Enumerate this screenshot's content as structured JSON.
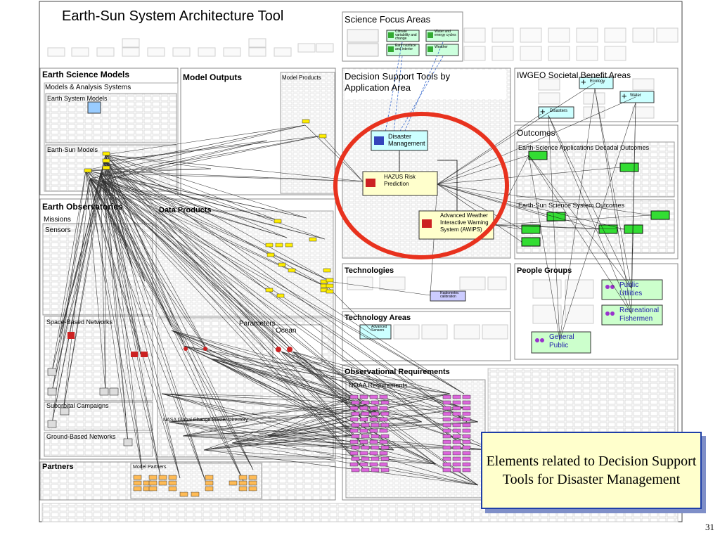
{
  "title": "Earth-Sun System Architecture Tool",
  "panels": {
    "science_focus_areas": "Science Focus Areas",
    "earth_science_models": "Earth Science Models",
    "models_analysis_systems": "Models & Analysis Systems",
    "earth_system_models": "Earth System Models",
    "earth_sun_models": "Earth-Sun Models",
    "model_outputs": "Model Outputs",
    "model_products": "Model Products",
    "decision_support_tools": "Decision Support Tools by Application Area",
    "iwgeo": "IWGEO Societal Benefit Areas",
    "outcomes": "Outcomes",
    "decadal_outcomes": "Earth-Science Applications Decadal Outcomes",
    "sun_outcomes": "Earth-Sun Science System Outcomes",
    "earth_observatories": "Earth Observatories",
    "missions": "Missions",
    "sensors": "Sensors",
    "data_products": "Data Products",
    "space_based_networks": "Space-Based Networks",
    "parameters": "Parameters",
    "ocean": "Ocean",
    "suborbital_campaigns": "Suborbital Campaigns",
    "ground_based_networks": "Ground-Based Networks",
    "nasa_label": "NASA Global Change Master Directory",
    "technologies": "Technologies",
    "technology_areas": "Technology Areas",
    "people_groups": "People Groups",
    "observational_requirements": "Observational Requirements",
    "noaa_requirements": "NOAA Requirements",
    "partners": "Partners",
    "model_partners": "Model Partners"
  },
  "nodes": {
    "climate": "Climate variability and change",
    "water": "Water and energy cycles",
    "earth_surface": "Earth surface and interior",
    "weather": "Weather",
    "ecology": "Ecology",
    "water_sba": "Water",
    "disasters": "Disasters",
    "disaster_mgmt": "Disaster Management",
    "hazus": "HAZUS Risk Prediction",
    "awips": "Advanced Weather Interactive Warning System (AWIPS)",
    "radiometric": "Radiometric calibration",
    "advanced_sensors": "Advanced Sensors",
    "public_utilities": "Public Utilities",
    "recreational_fishermen": "Recreational Fishermen",
    "general_public": "General Public"
  },
  "callout": "Elements related to Decision Support Tools for Disaster Management",
  "page_number": "31",
  "colors": {
    "highlight_ring": "#e8321e",
    "outcome_green": "#33dd33",
    "people_green": "#ccffcc",
    "dst_cyan": "#ccffff",
    "model_yellow": "#ffff99",
    "callout_fill": "#ffffcc",
    "callout_border": "#1f3fa8",
    "product_yellow": "#ffee00",
    "partner_orange": "#ffbb55",
    "requirement_magenta": "#dd66dd"
  }
}
